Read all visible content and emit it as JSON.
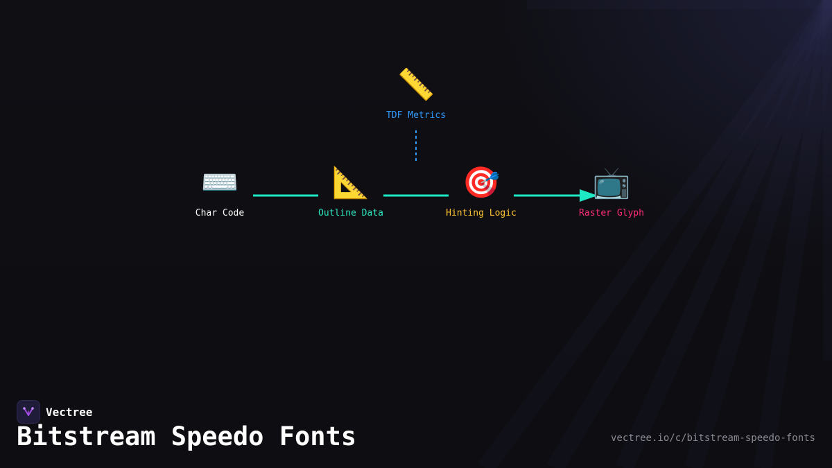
{
  "diagram": {
    "nodes": [
      {
        "id": "char-code",
        "icon": "keyboard-icon",
        "emoji": "⌨️",
        "label": "Char Code",
        "color": "#ffffff"
      },
      {
        "id": "outline-data",
        "icon": "triangular-ruler-icon",
        "emoji": "📐",
        "label": "Outline Data",
        "color": "#2ee6c0"
      },
      {
        "id": "hinting-logic",
        "icon": "target-icon",
        "emoji": "🎯",
        "label": "Hinting Logic",
        "color": "#ffc233"
      },
      {
        "id": "raster-glyph",
        "icon": "television-icon",
        "emoji": "📺",
        "label": "Raster Glyph",
        "color": "#ff2d78"
      },
      {
        "id": "tdf-metrics",
        "icon": "ruler-icon",
        "emoji": "📏",
        "label": "TDF Metrics",
        "color": "#2f9bff"
      }
    ],
    "edges": [
      {
        "from": "char-code",
        "to": "outline-data",
        "style": "solid",
        "color": "#1de9c4"
      },
      {
        "from": "outline-data",
        "to": "hinting-logic",
        "style": "solid",
        "color": "#1de9c4"
      },
      {
        "from": "hinting-logic",
        "to": "raster-glyph",
        "style": "solid-arrow",
        "color": "#1de9c4"
      },
      {
        "from": "tdf-metrics",
        "to": "hinting-logic",
        "style": "dashed",
        "color": "#2f9bff"
      }
    ]
  },
  "footer": {
    "brand": "Vectree",
    "title": "Bitstream Speedo Fonts",
    "url": "vectree.io/c/bitstream-speedo-fonts"
  },
  "colors": {
    "background": "#0f0f14",
    "accent": "#1de9c4",
    "logo_purple": "#a04be0"
  }
}
